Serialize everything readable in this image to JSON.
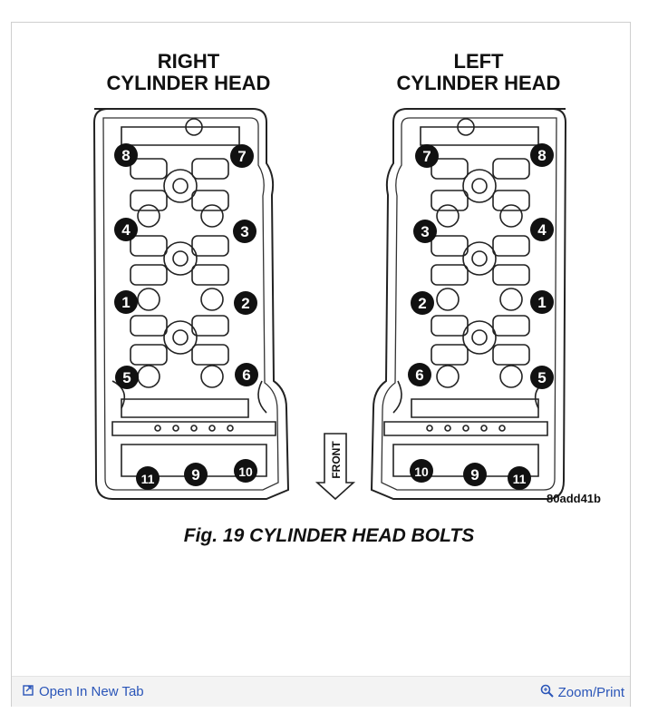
{
  "diagram": {
    "right_head_title": [
      "RIGHT",
      "CYLINDER HEAD"
    ],
    "left_head_title": [
      "LEFT",
      "CYLINDER HEAD"
    ],
    "front_label": "FRONT",
    "figure_code": "80add41b",
    "caption": "Fig. 19 CYLINDER HEAD BOLTS",
    "bolt_numbers_right": [
      "8",
      "7",
      "4",
      "3",
      "1",
      "2",
      "5",
      "6",
      "11",
      "9",
      "10"
    ],
    "bolt_numbers_left": [
      "7",
      "8",
      "3",
      "4",
      "2",
      "1",
      "6",
      "5",
      "10",
      "9",
      "11"
    ]
  },
  "footer": {
    "open_new_tab": "Open In New Tab",
    "zoom_print": "Zoom/Print",
    "link_color": "#2a55b8"
  },
  "icons": {
    "open_new_tab": "external-window-icon",
    "zoom_print": "magnifier-icon"
  }
}
